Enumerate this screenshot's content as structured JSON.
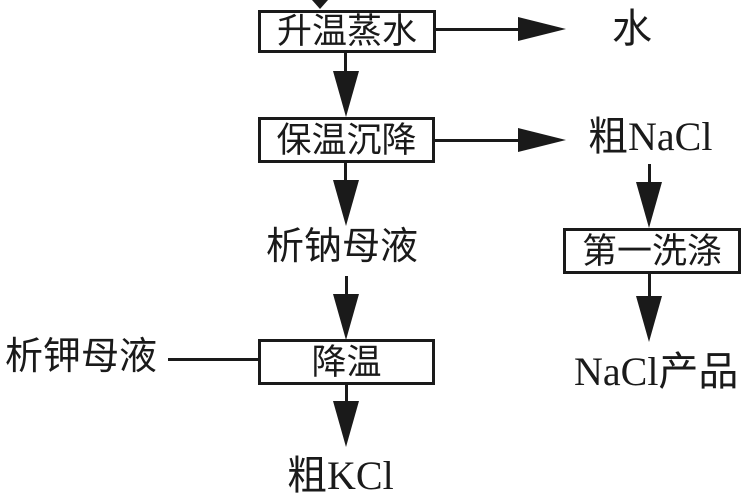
{
  "diagram": {
    "background": "#ffffff",
    "ink_color": "#1a1a1a",
    "boxes": {
      "heating": {
        "label": "升温蒸水"
      },
      "settling": {
        "label": "保温沉降"
      },
      "cooling": {
        "label": "降温"
      },
      "washing": {
        "label": "第一洗涤"
      }
    },
    "labels": {
      "water": {
        "text": "水"
      },
      "crude_nacl": {
        "text": "粗NaCl"
      },
      "sodium_mother_liquor": {
        "text": "析钠母液"
      },
      "potassium_mother_liquor": {
        "text": "析钾母液"
      },
      "crude_kcl": {
        "text": "粗KCl"
      },
      "nacl_product": {
        "text": "NaCl产品"
      }
    },
    "edges": [
      {
        "from": "top-of-image",
        "to": "升温蒸水",
        "type": "down-arrow"
      },
      {
        "from": "升温蒸水",
        "to": "水",
        "type": "right-arrow"
      },
      {
        "from": "升温蒸水",
        "to": "保温沉降",
        "type": "down-arrow"
      },
      {
        "from": "保温沉降",
        "to": "粗NaCl",
        "type": "right-arrow"
      },
      {
        "from": "保温沉降",
        "to": "析钠母液",
        "type": "down-arrow"
      },
      {
        "from": "析钠母液",
        "to": "降温",
        "type": "down-arrow"
      },
      {
        "from": "析钾母液",
        "to": "降温",
        "type": "plain-line"
      },
      {
        "from": "降温",
        "to": "粗KCl",
        "type": "down-arrow"
      },
      {
        "from": "粗NaCl",
        "to": "第一洗涤",
        "type": "down-arrow"
      },
      {
        "from": "第一洗涤",
        "to": "NaCl产品",
        "type": "down-arrow"
      }
    ]
  }
}
